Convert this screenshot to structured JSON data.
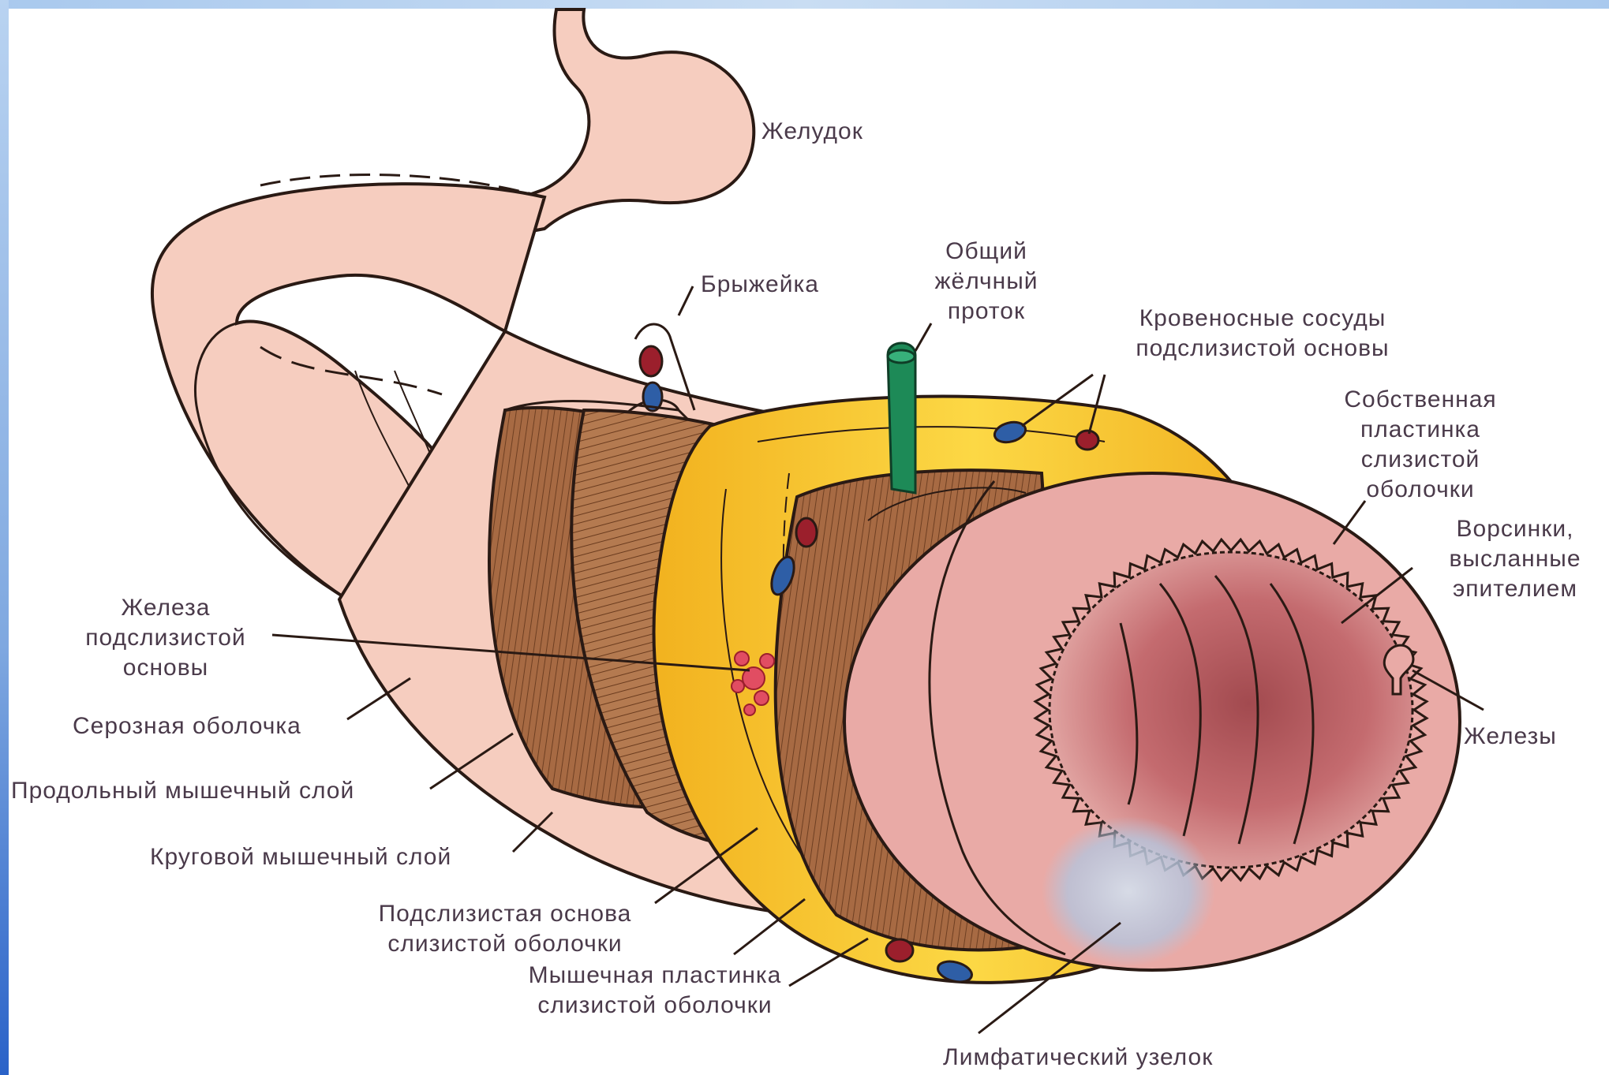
{
  "labels": {
    "stomach": "Желудок",
    "mesentery": "Брыжейка",
    "bile_duct": "Общий\nжёлчный\nпроток",
    "submucosa_vessels": "Кровеносные сосуды\nподслизистой основы",
    "lamina_propria": "Собственная\nпластинка\nслизистой\nоболочки",
    "villi": "Ворсинки,\nвысланные\nэпителием",
    "glands": "Железы",
    "submucosal_gland": "Железа\nподслизистой\nосновы",
    "serosa": "Серозная оболочка",
    "longitudinal_muscle": "Продольный мышечный слой",
    "circular_muscle": "Круговой мышечный слой",
    "submucosa": "Подслизистая основа\nслизистой оболочки",
    "muscularis_mucosae": "Мышечная пластинка\nслизистой оболочки",
    "lymph_node": "Лимфатический узелок"
  },
  "colors": {
    "frame": "#a9c9ee",
    "outline": "#2a1a14",
    "serosa": "#f6cdbf",
    "muscle": "#a0663f",
    "muscle_dark": "#6e3f22",
    "submucosa": "#f2b21f",
    "submucosa_light": "#fbd94a",
    "mucosa": "#e7a6a2",
    "lumen": "#c26868",
    "bile_duct": "#1d8a57",
    "artery": "#9b1f2c",
    "vein": "#2e5ea6",
    "lymph": "#b9c8de",
    "gland": "#e14d62",
    "text": "#4a3a4a"
  }
}
